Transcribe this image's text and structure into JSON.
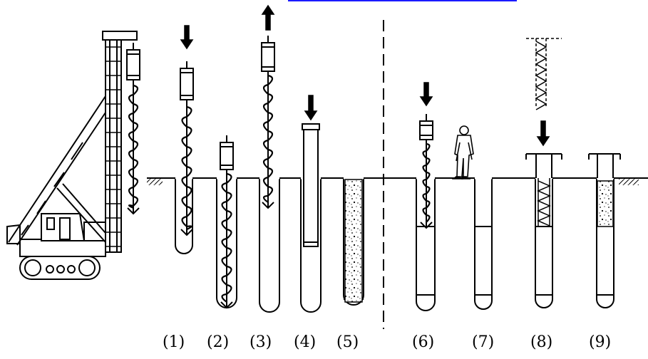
{
  "diagram": {
    "step_labels": [
      "(1)",
      "(2)",
      "(3)",
      "(4)",
      "(5)",
      "(6)",
      "(7)",
      "(8)",
      "(9)"
    ],
    "colors": {
      "line": "#000000",
      "background": "#ffffff",
      "link_bar": "#1a1aff"
    }
  }
}
